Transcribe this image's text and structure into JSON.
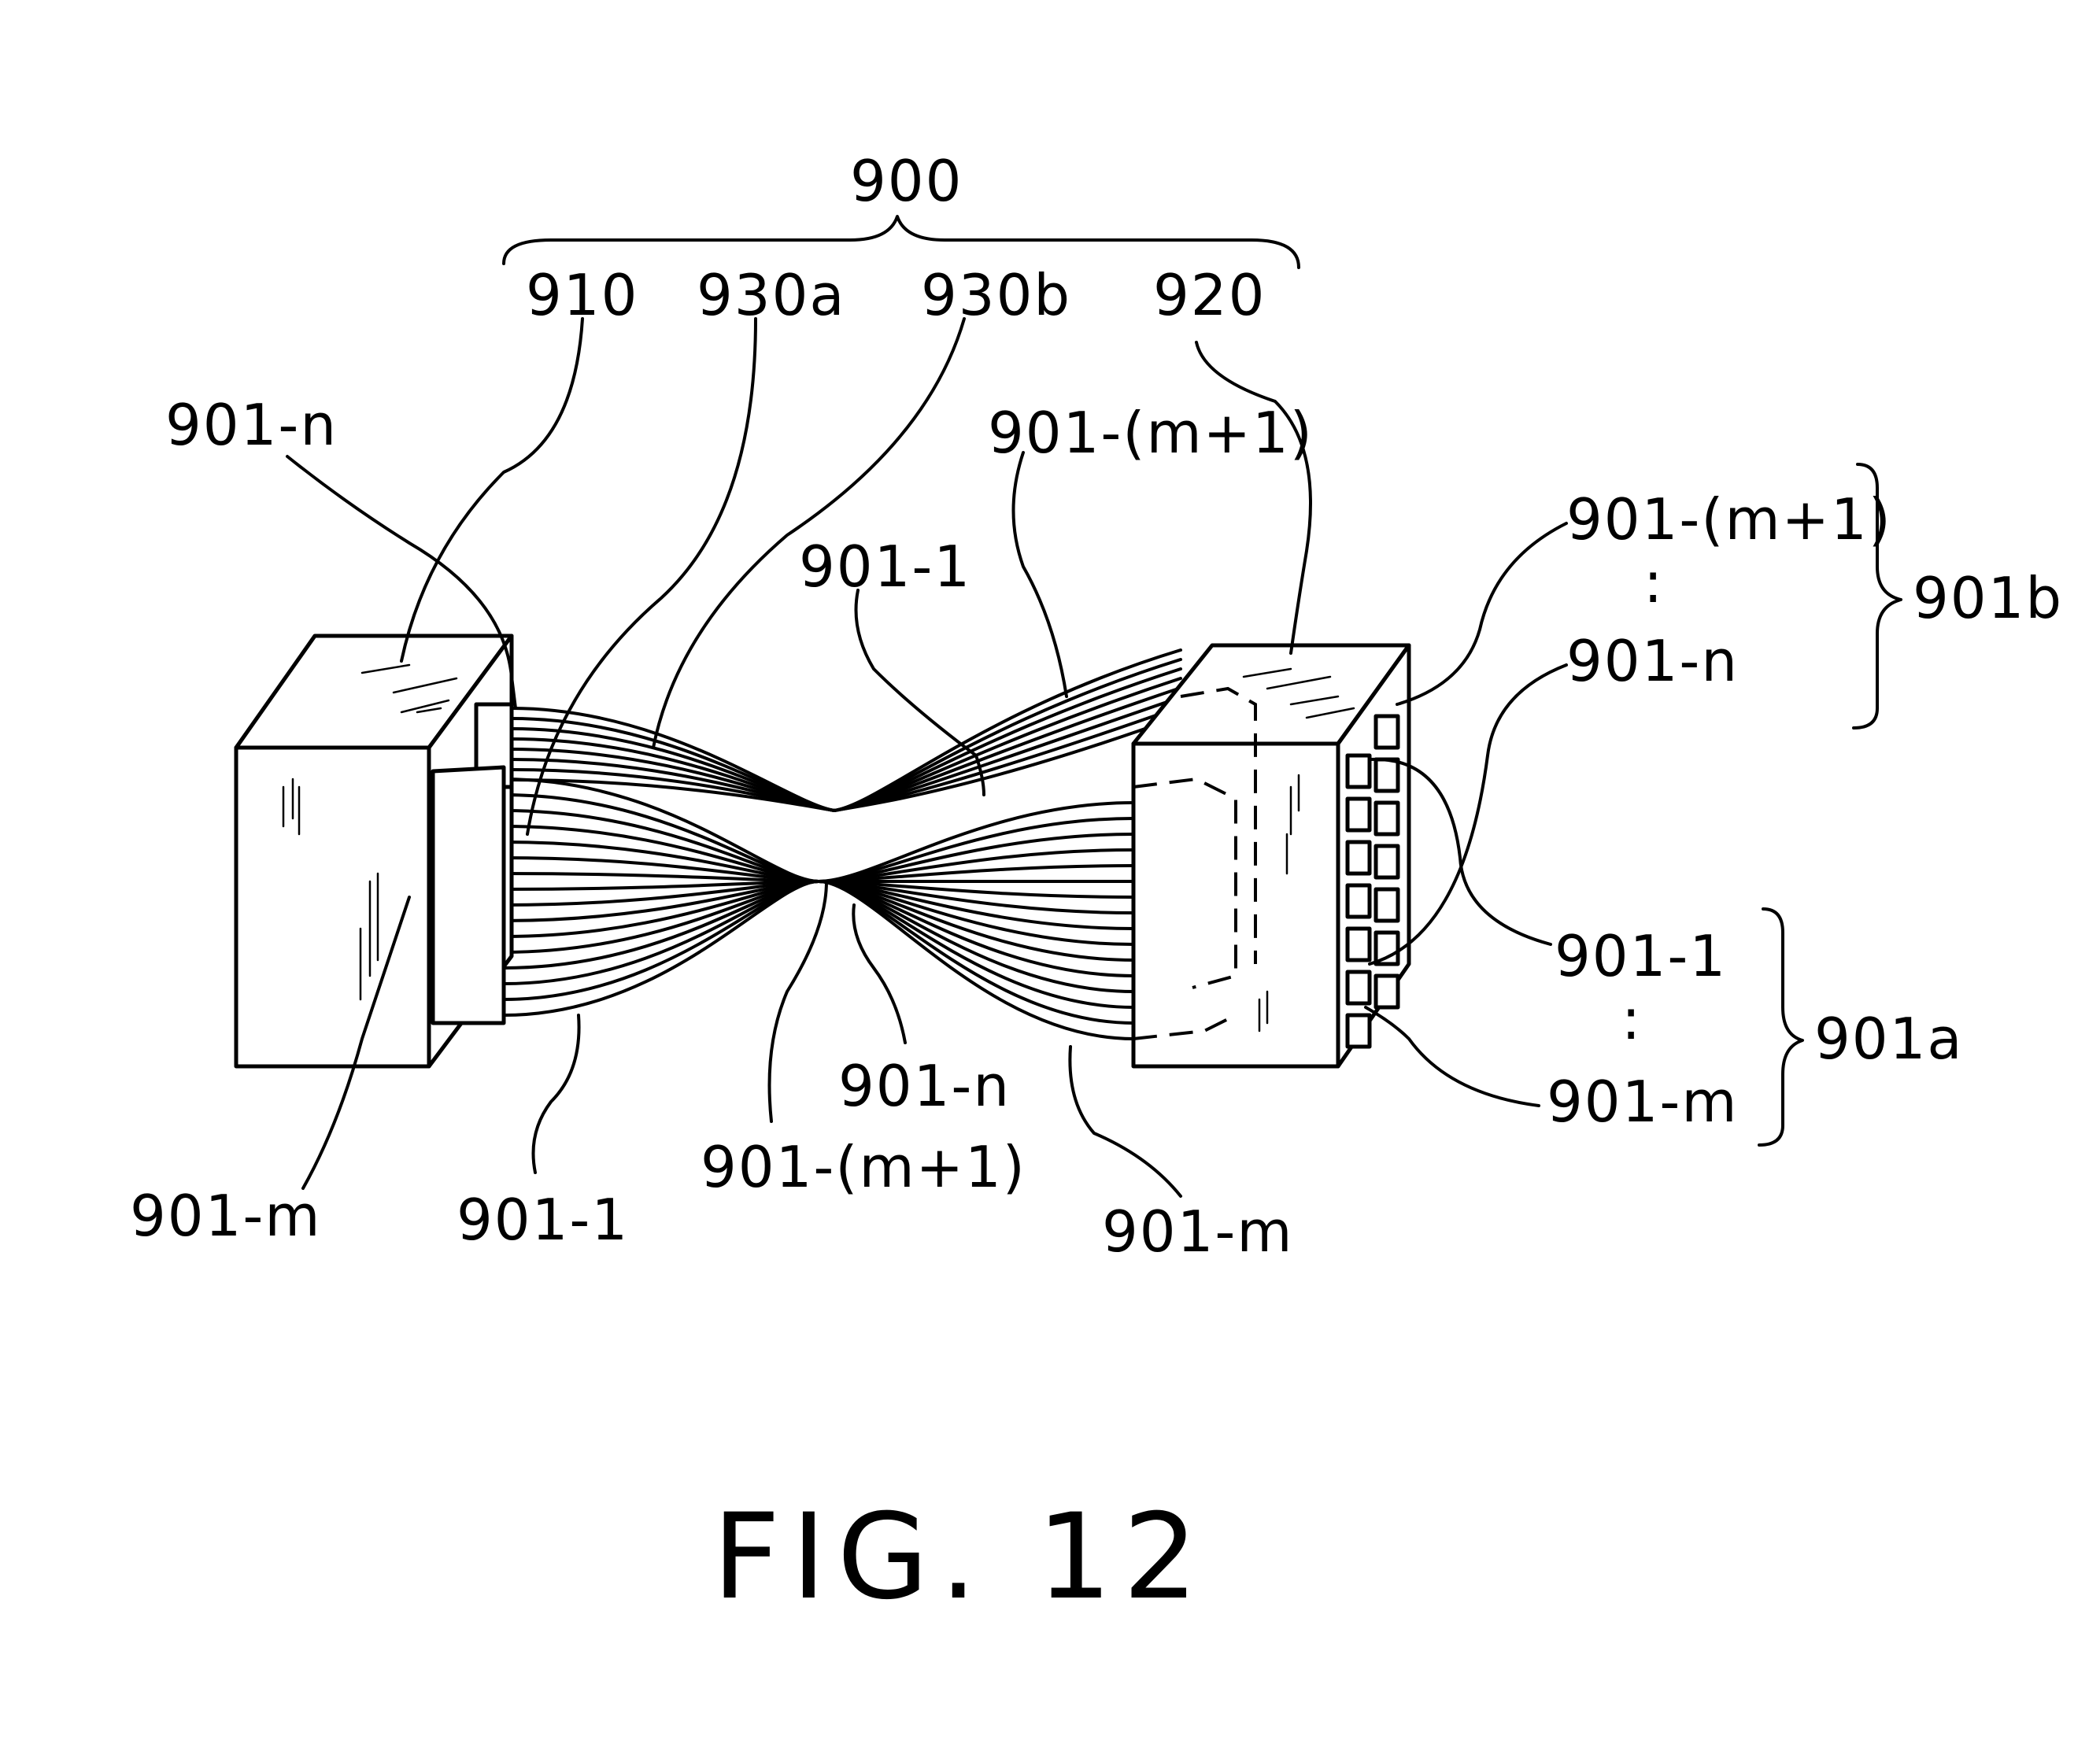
{
  "figure": {
    "caption": "FIG. 12",
    "labels": {
      "assembly": "900",
      "left_connector": "910",
      "ribbon_a": "930a",
      "ribbon_b": "930b",
      "right_connector": "920",
      "fiber_n_top_left": "901-n",
      "fiber_m1_top": "901-(m+1)",
      "fiber_1_top": "901-1",
      "fiber_m_bottom_left": "901-m",
      "fiber_1_bottom": "901-1",
      "fiber_m1_bottom": "901-(m+1)",
      "fiber_n_bottom": "901-n",
      "fiber_m_bottom_right": "901-m",
      "group_b_first": "901-(m+1)",
      "group_b_dots": ":",
      "group_b_last": "901-n",
      "group_b": "901b",
      "group_a_first": "901-1",
      "group_a_dots": ":",
      "group_a_last": "901-m",
      "group_a": "901a"
    }
  }
}
